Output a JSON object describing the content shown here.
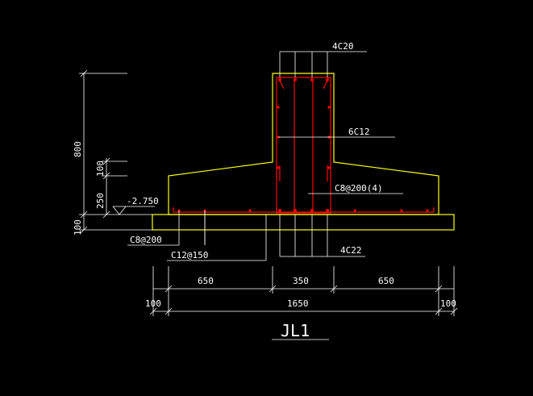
{
  "drawing": {
    "title": "JL1",
    "rebar_labels": {
      "top_bars": "4C20",
      "side_bars": "6C12",
      "stirrups": "C8@200(4)",
      "bottom_bars": "4C22",
      "bottom_transverse": "C8@200",
      "bottom_longitudinal": "C12@150"
    },
    "elevation": "-2.750",
    "vertical_dimensions": {
      "total_height": "800",
      "upper_slope": "100",
      "lower_base": "250",
      "bedding": "100"
    },
    "horizontal_dimensions": {
      "left_flange": "650",
      "web_width": "350",
      "right_flange": "650",
      "left_bedding": "100",
      "total_width": "1650",
      "right_bedding": "100"
    },
    "colors": {
      "background": "#000000",
      "outline": "#ffff00",
      "rebar": "#ff0000",
      "dimension": "#ffffff"
    }
  }
}
